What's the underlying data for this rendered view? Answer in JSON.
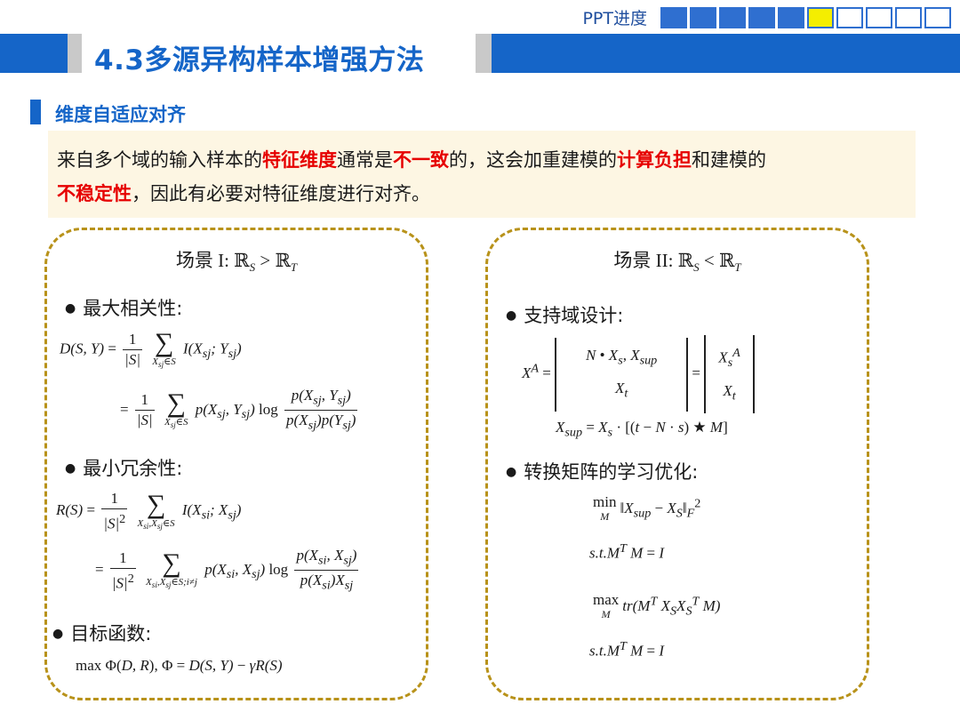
{
  "progress": {
    "label": "PPT进度",
    "boxes": [
      "done",
      "done",
      "done",
      "done",
      "done",
      "current",
      "empty",
      "empty",
      "empty",
      "empty"
    ]
  },
  "header": {
    "title": "4.3多源异构样本增强方法"
  },
  "section": {
    "title": "维度自适应对齐"
  },
  "intro": {
    "p1": "来自多个域的输入样本的",
    "h1": "特征维度",
    "p2": "通常是",
    "h2": "不一致",
    "p3": "的，这会加重建模的",
    "h3": "计算负担",
    "p4": "和建模的",
    "h4": "不稳定性",
    "p5": "，因此有必要对特征维度进行对齐。"
  },
  "left_panel": {
    "title": "场景 I: ℝ",
    "title_sub1": "S",
    "title_mid": " > ℝ",
    "title_sub2": "T",
    "bullet1": "最大相关性:",
    "bullet2": "最小冗余性:",
    "bullet3": "目标函数:"
  },
  "right_panel": {
    "title": "场景 II:  ℝ",
    "title_sub1": "S",
    "title_mid": " < ℝ",
    "title_sub2": "T",
    "bullet1": "支持域设计:",
    "bullet2": "转换矩阵的学习优化:"
  },
  "colors": {
    "brand_blue": "#1565c8",
    "highlight_red": "#e60000",
    "progress_current": "#f4ee00",
    "dashed_border": "#b8921a",
    "intro_bg": "#fdf6e3"
  }
}
